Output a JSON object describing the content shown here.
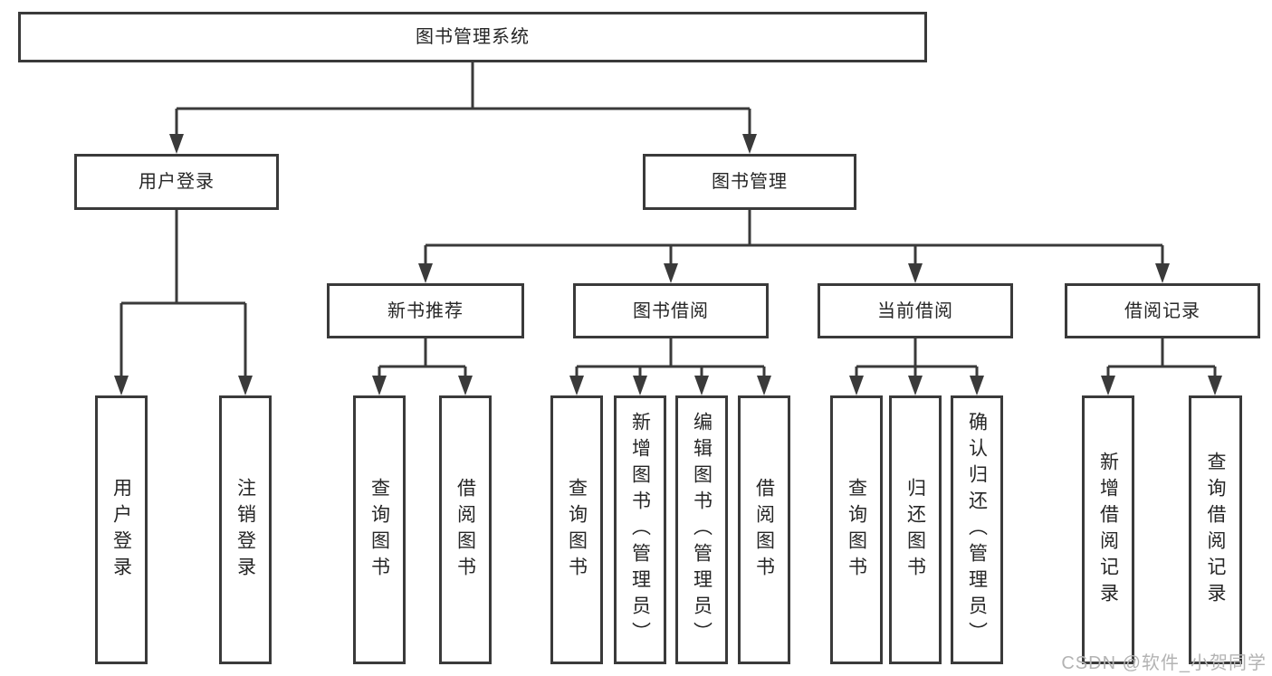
{
  "tree": {
    "root": {
      "label": "图书管理系统",
      "children": [
        {
          "label": "用户登录",
          "children": [
            {
              "label": "用户登录"
            },
            {
              "label": "注销登录"
            }
          ]
        },
        {
          "label": "图书管理",
          "children": [
            {
              "label": "新书推荐",
              "children": [
                {
                  "label": "查询图书"
                },
                {
                  "label": "借阅图书"
                }
              ]
            },
            {
              "label": "图书借阅",
              "children": [
                {
                  "label": "查询图书"
                },
                {
                  "label": "新增图书（管理员）"
                },
                {
                  "label": "编辑图书（管理员）"
                },
                {
                  "label": "借阅图书"
                }
              ]
            },
            {
              "label": "当前借阅",
              "children": [
                {
                  "label": "查询图书"
                },
                {
                  "label": "归还图书"
                },
                {
                  "label": "确认归还（管理员）"
                }
              ]
            },
            {
              "label": "借阅记录",
              "children": [
                {
                  "label": "新增借阅记录"
                },
                {
                  "label": "查询借阅记录"
                }
              ]
            }
          ]
        }
      ]
    }
  },
  "watermark": "CSDN @软件_小贺同学",
  "colors": {
    "line": "#3a3a3a",
    "box_border": "#3a3a3a",
    "text": "#262626",
    "background": "#ffffff",
    "watermark": "#b3b3b3"
  }
}
